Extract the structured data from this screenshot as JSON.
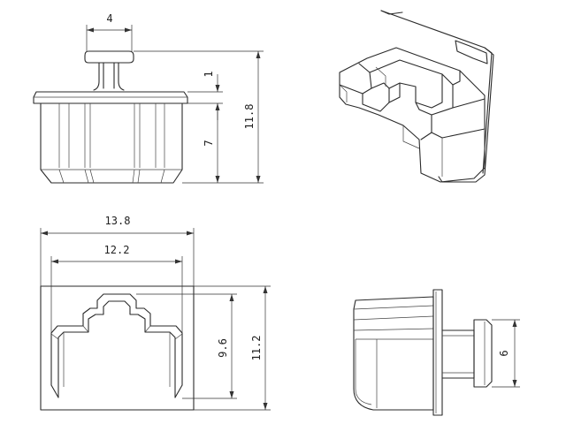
{
  "dimensions": {
    "knob_width": "4",
    "flange_thickness": "1",
    "body_height": "7",
    "total_height": "11.8",
    "outer_width": "13.8",
    "inner_width": "12.2",
    "inner_height": "9.6",
    "outer_height": "11.2",
    "knob_height_side": "6"
  }
}
